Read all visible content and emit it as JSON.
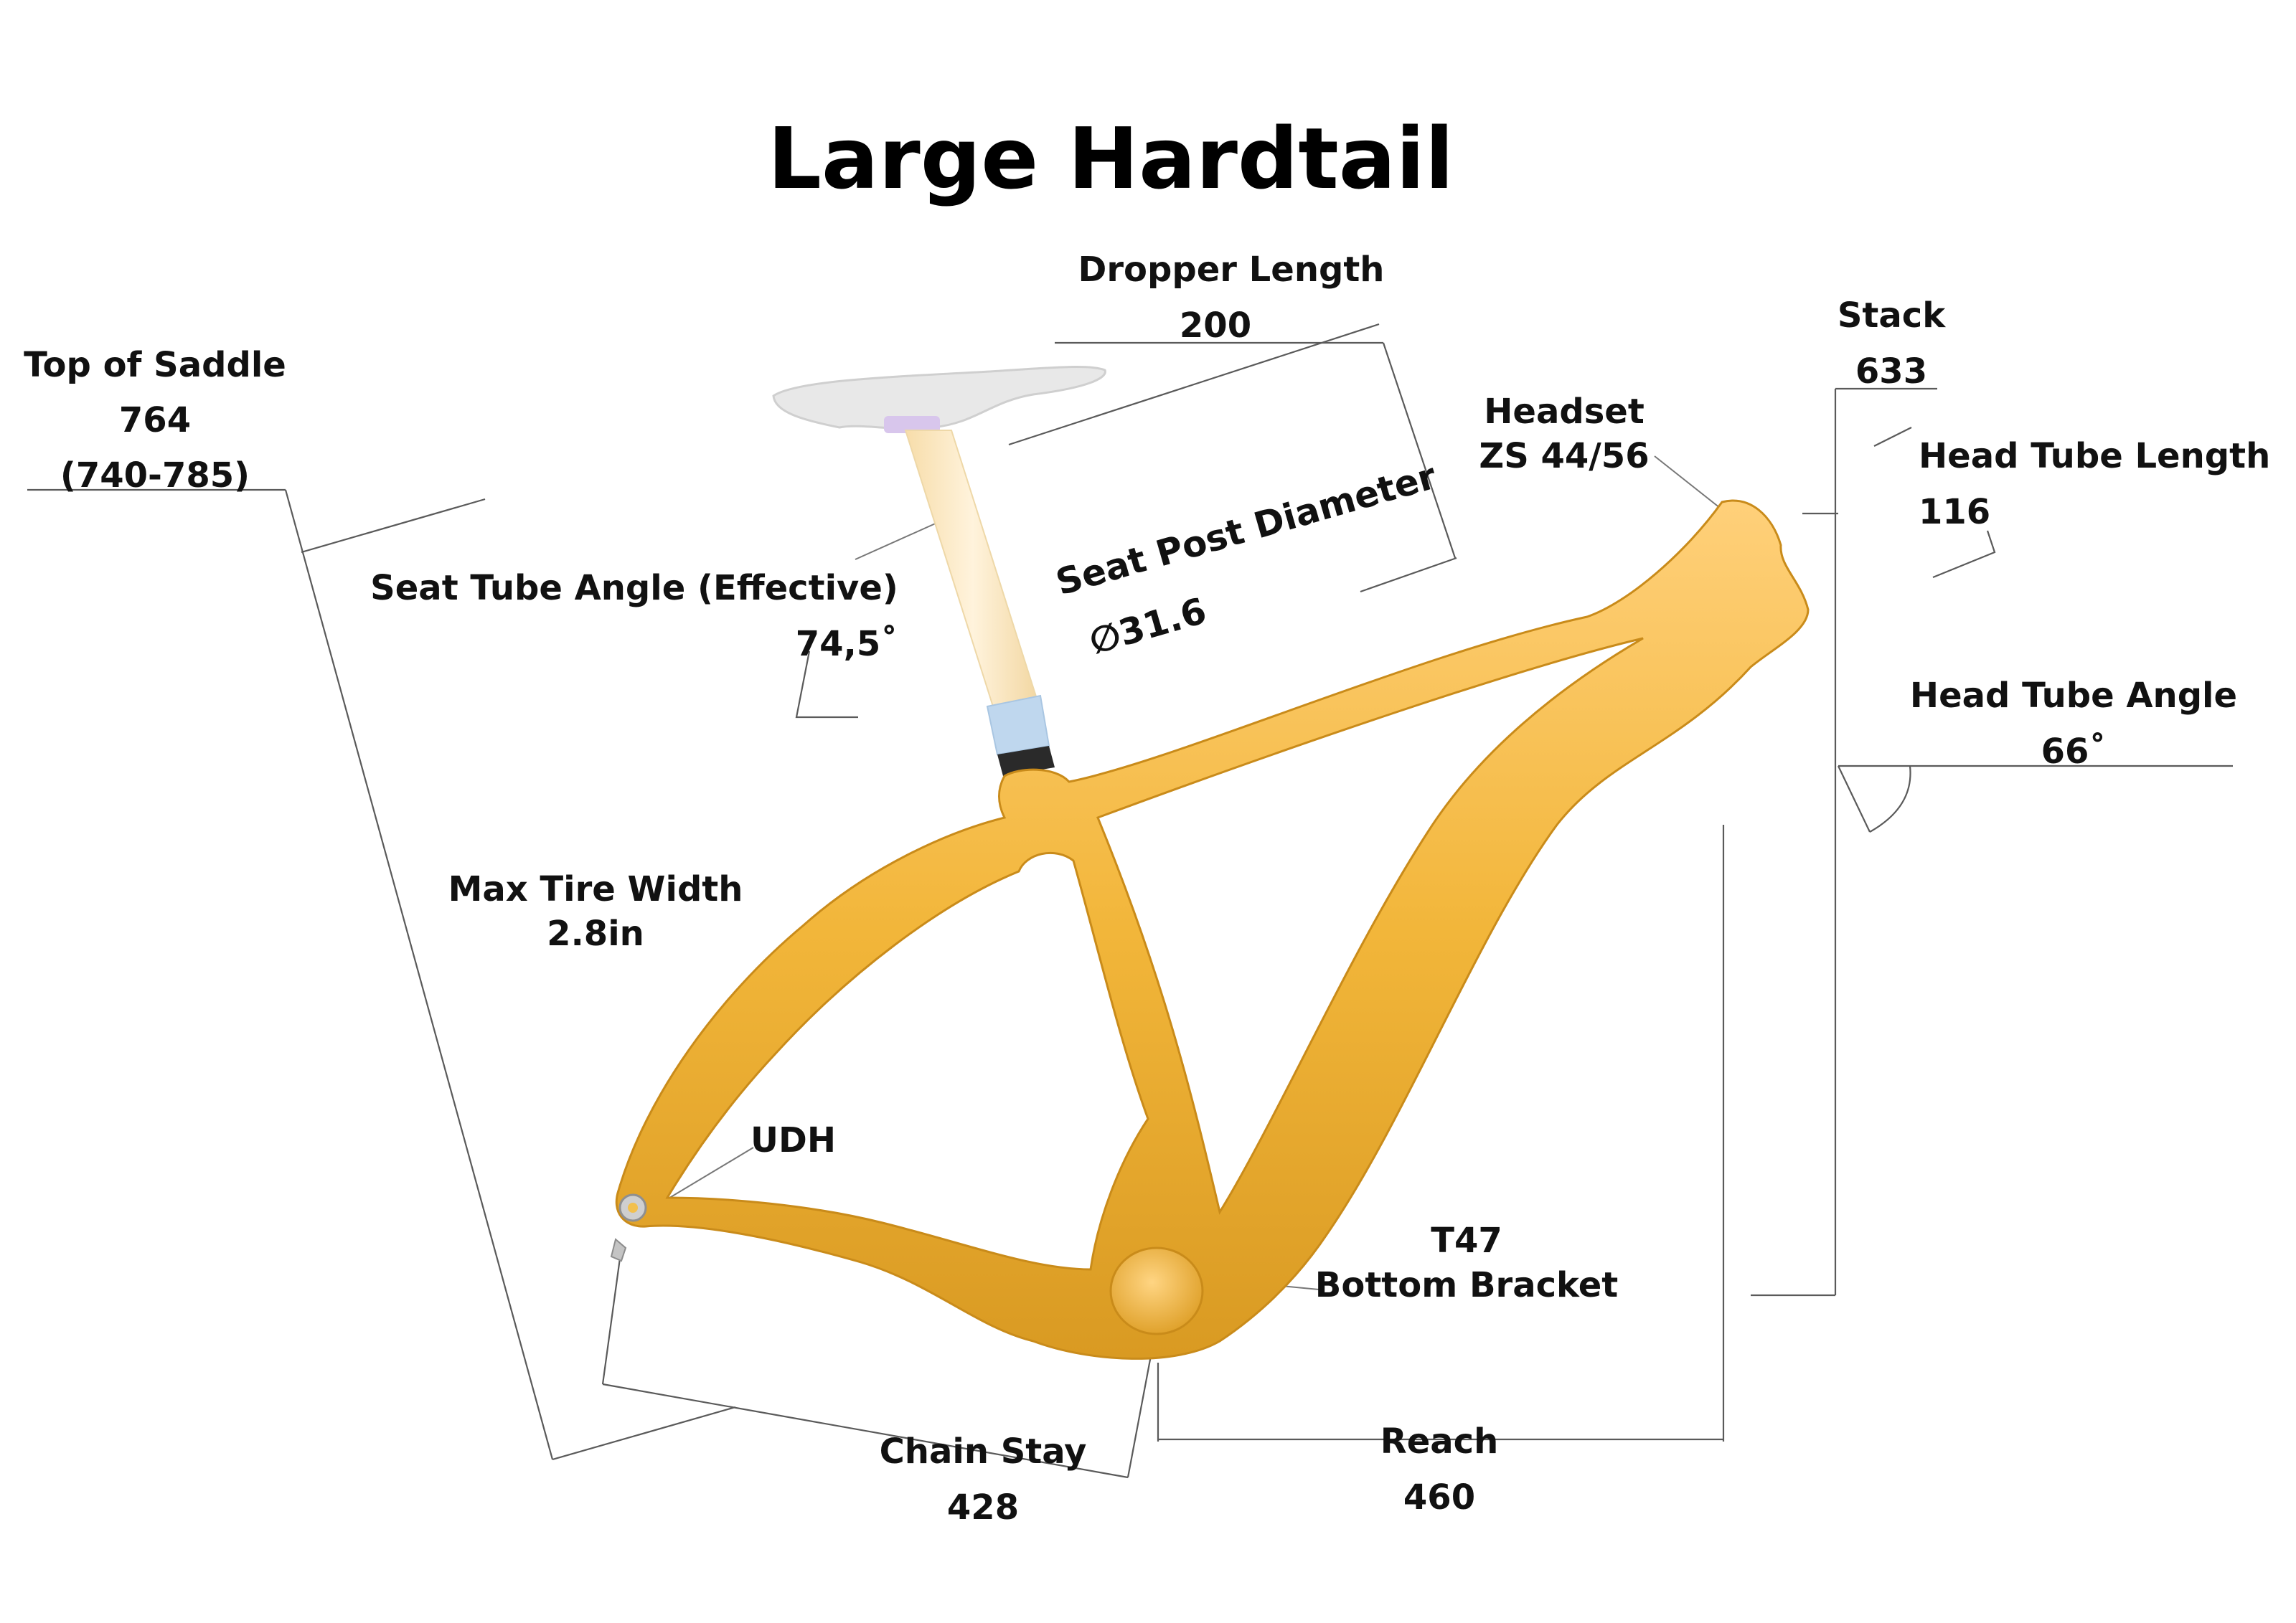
{
  "title": "Large Hardtail",
  "colors": {
    "frame": "#F2B63A",
    "frame_shadow": "#D4921F",
    "frame_highlight": "#FFD98A",
    "seatpost": "#FBE7BE",
    "seatpost_band": "#BFD7EE",
    "saddle": "#E6E6E6",
    "dimension_line": "#5A5A5A",
    "text": "#111111"
  },
  "labels": {
    "top_of_saddle": {
      "name": "Top of Saddle",
      "value": "764",
      "range": "(740-785)"
    },
    "dropper_length": {
      "name": "Dropper Length",
      "value": "200"
    },
    "stack": {
      "name": "Stack",
      "value": "633"
    },
    "headset": {
      "name": "Headset",
      "value": "ZS 44/56"
    },
    "head_tube_length": {
      "name": "Head Tube Length",
      "value": "116"
    },
    "seat_tube_angle": {
      "name": "Seat Tube Angle (Effective)",
      "value": "74,5˚"
    },
    "seat_post_diameter": {
      "name": "Seat Post Diameter",
      "value": "∅31.6"
    },
    "head_tube_angle": {
      "name": "Head Tube Angle",
      "value": "66˚"
    },
    "max_tire_width": {
      "name": "Max Tire Width",
      "value": "2.8in"
    },
    "udh": {
      "name": "UDH"
    },
    "bottom_bracket": {
      "name": "T47",
      "value": "Bottom Bracket"
    },
    "chain_stay": {
      "name": "Chain Stay",
      "value": "428"
    },
    "reach": {
      "name": "Reach",
      "value": "460"
    }
  }
}
